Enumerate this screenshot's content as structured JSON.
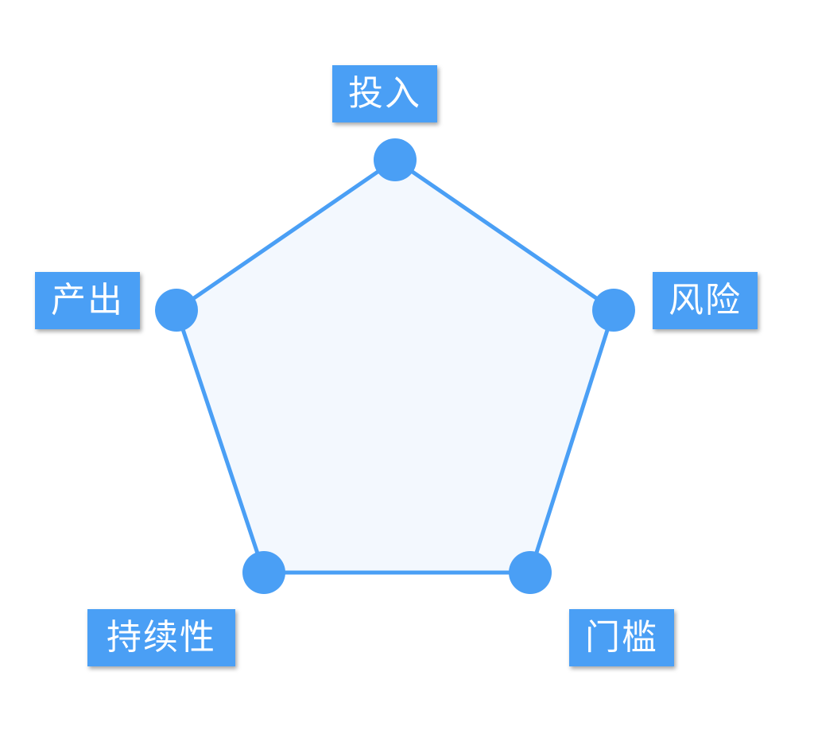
{
  "diagram": {
    "colors": {
      "accent": "#4a9ff5",
      "fill": "#f3f8fe",
      "label_text": "#ffffff"
    },
    "axes": [
      {
        "id": "top",
        "label": "投入"
      },
      {
        "id": "right",
        "label": "风险"
      },
      {
        "id": "br",
        "label": "门槛"
      },
      {
        "id": "bl",
        "label": "持续性"
      },
      {
        "id": "left",
        "label": "产出"
      }
    ]
  }
}
